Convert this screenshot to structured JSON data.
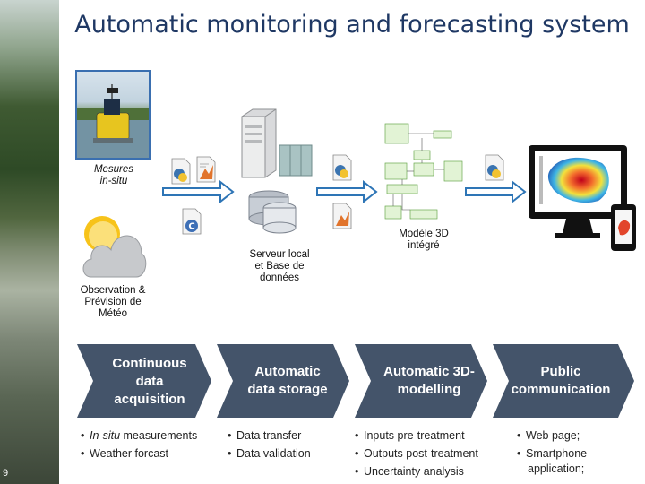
{
  "title": "Automatic monitoring and forecasting system",
  "slide_number": "9",
  "labels": {
    "mesures_line1": "Mesures",
    "mesures_line2": "in-situ",
    "meteo_line1": "Observation &",
    "meteo_line2": "Prévision de",
    "meteo_line3": "Météo",
    "server_line1": "Serveur local",
    "server_line2": "et Base de",
    "server_line3": "données",
    "model_line1": "Modèle 3D",
    "model_line2": "intégré"
  },
  "stages": [
    {
      "line1": "Continuous",
      "line2": "data",
      "line3": "acquisition"
    },
    {
      "line1": "Automatic",
      "line2": "data storage",
      "line3": ""
    },
    {
      "line1": "Automatic 3D-",
      "line2": "modelling",
      "line3": ""
    },
    {
      "line1": "Public",
      "line2": "communication",
      "line3": ""
    }
  ],
  "bullets": {
    "col1": [
      "In-situ measurements",
      "Weather forcast"
    ],
    "col1_italic_prefix": "In-situ",
    "col1_first_rest": " measurements",
    "col2": [
      "Data transfer",
      "Data validation"
    ],
    "col3": [
      "Inputs pre-treatment",
      "Outputs post-treatment",
      "Uncertainty analysis"
    ],
    "col4_1": "Web page;",
    "col4_2a": "Smartphone",
    "col4_2b": "application;"
  },
  "colors": {
    "title": "#1f3864",
    "chevron": "#44546a",
    "arrow": "#2e75b6"
  }
}
